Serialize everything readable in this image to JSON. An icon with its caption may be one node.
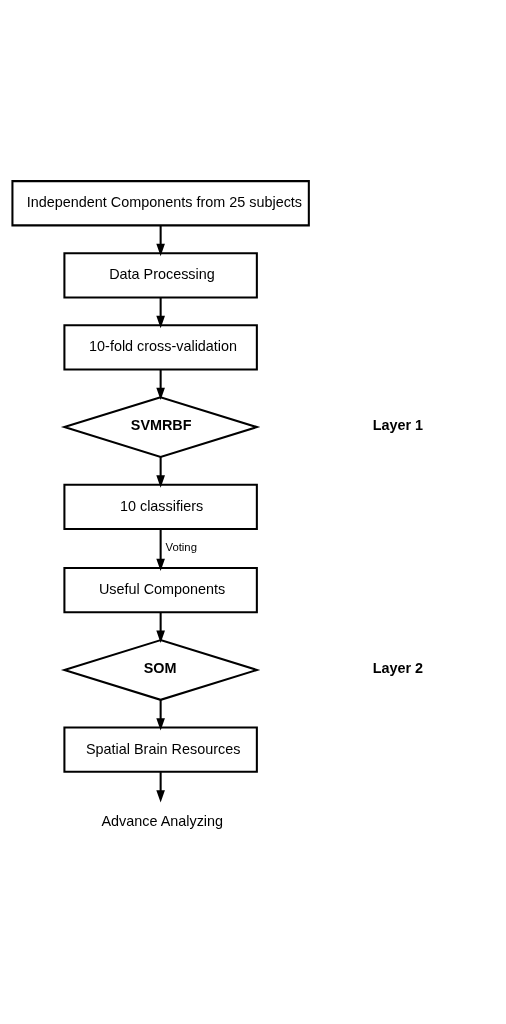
{
  "diagram": {
    "nodes": [
      {
        "text": [
          "Independent Components from 25 subjects"
        ]
      },
      {
        "text": [
          "Data Processing"
        ]
      },
      {
        "text": [
          "10-fold cross-validation"
        ]
      },
      {
        "text": [
          "SVMRBF"
        ]
      },
      {
        "text": [
          "10 classifiers"
        ]
      },
      {
        "text": [
          "Useful Components"
        ]
      },
      {
        "text": [
          "SOM"
        ]
      },
      {
        "text": [
          "Spatial Brain Resources"
        ]
      },
      {
        "text": [
          "Advance Analyzing"
        ]
      }
    ],
    "edges": [
      {
        "from": 0,
        "to": 1,
        "arrow": "to"
      },
      {
        "from": 1,
        "to": 2,
        "arrow": "to"
      },
      {
        "from": 2,
        "to": 3,
        "arrow": "to"
      },
      {
        "from": 3,
        "to": 4,
        "arrow": "to"
      },
      {
        "from": 4,
        "to": 5,
        "arrow": "to",
        "label": "Voting"
      },
      {
        "from": 5,
        "to": 6,
        "arrow": "to"
      },
      {
        "from": 6,
        "to": 7,
        "arrow": "to"
      },
      {
        "from": 7,
        "to": 8,
        "arrow": "to"
      }
    ],
    "labels": [
      "Layer 1",
      "Layer 2"
    ]
  }
}
